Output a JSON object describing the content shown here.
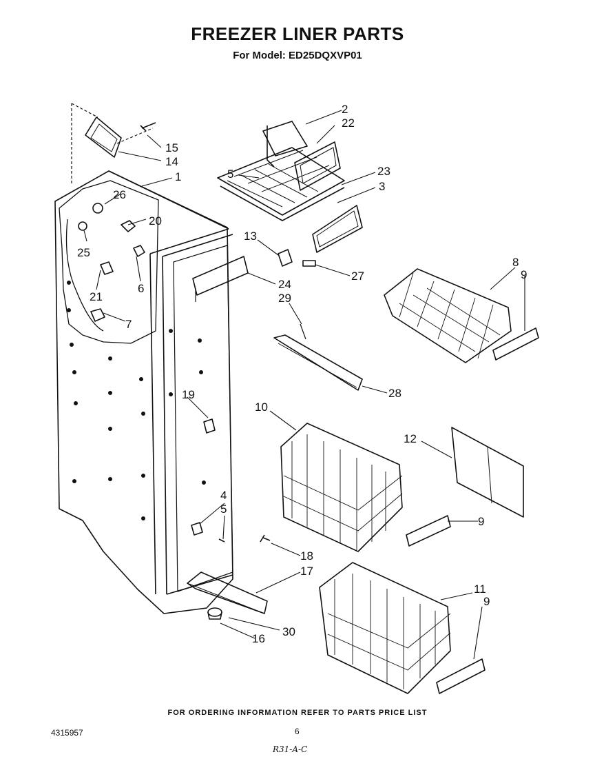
{
  "header": {
    "title": "FREEZER LINER PARTS",
    "subtitle": "For Model: ED25DQXVP01"
  },
  "callouts": [
    {
      "id": "c1",
      "label": "1"
    },
    {
      "id": "c2",
      "label": "2"
    },
    {
      "id": "c3",
      "label": "3"
    },
    {
      "id": "c4",
      "label": "4"
    },
    {
      "id": "c5a",
      "label": "5"
    },
    {
      "id": "c5b",
      "label": "5"
    },
    {
      "id": "c6",
      "label": "6"
    },
    {
      "id": "c7",
      "label": "7"
    },
    {
      "id": "c8",
      "label": "8"
    },
    {
      "id": "c9a",
      "label": "9"
    },
    {
      "id": "c9b",
      "label": "9"
    },
    {
      "id": "c9c",
      "label": "9"
    },
    {
      "id": "c10",
      "label": "10"
    },
    {
      "id": "c11",
      "label": "11"
    },
    {
      "id": "c12",
      "label": "12"
    },
    {
      "id": "c13",
      "label": "13"
    },
    {
      "id": "c14",
      "label": "14"
    },
    {
      "id": "c15",
      "label": "15"
    },
    {
      "id": "c16",
      "label": "16"
    },
    {
      "id": "c17",
      "label": "17"
    },
    {
      "id": "c18",
      "label": "18"
    },
    {
      "id": "c19",
      "label": "19"
    },
    {
      "id": "c20",
      "label": "20"
    },
    {
      "id": "c21",
      "label": "21"
    },
    {
      "id": "c22",
      "label": "22"
    },
    {
      "id": "c23",
      "label": "23"
    },
    {
      "id": "c24",
      "label": "24"
    },
    {
      "id": "c25",
      "label": "25"
    },
    {
      "id": "c26",
      "label": "26"
    },
    {
      "id": "c27",
      "label": "27"
    },
    {
      "id": "c28",
      "label": "28"
    },
    {
      "id": "c29",
      "label": "29"
    },
    {
      "id": "c30",
      "label": "30"
    }
  ],
  "footer": {
    "ordering_note": "FOR ORDERING INFORMATION REFER TO PARTS PRICE LIST",
    "document_number": "4315957",
    "page_number": "6",
    "handwritten_note": "R31-A-C"
  }
}
